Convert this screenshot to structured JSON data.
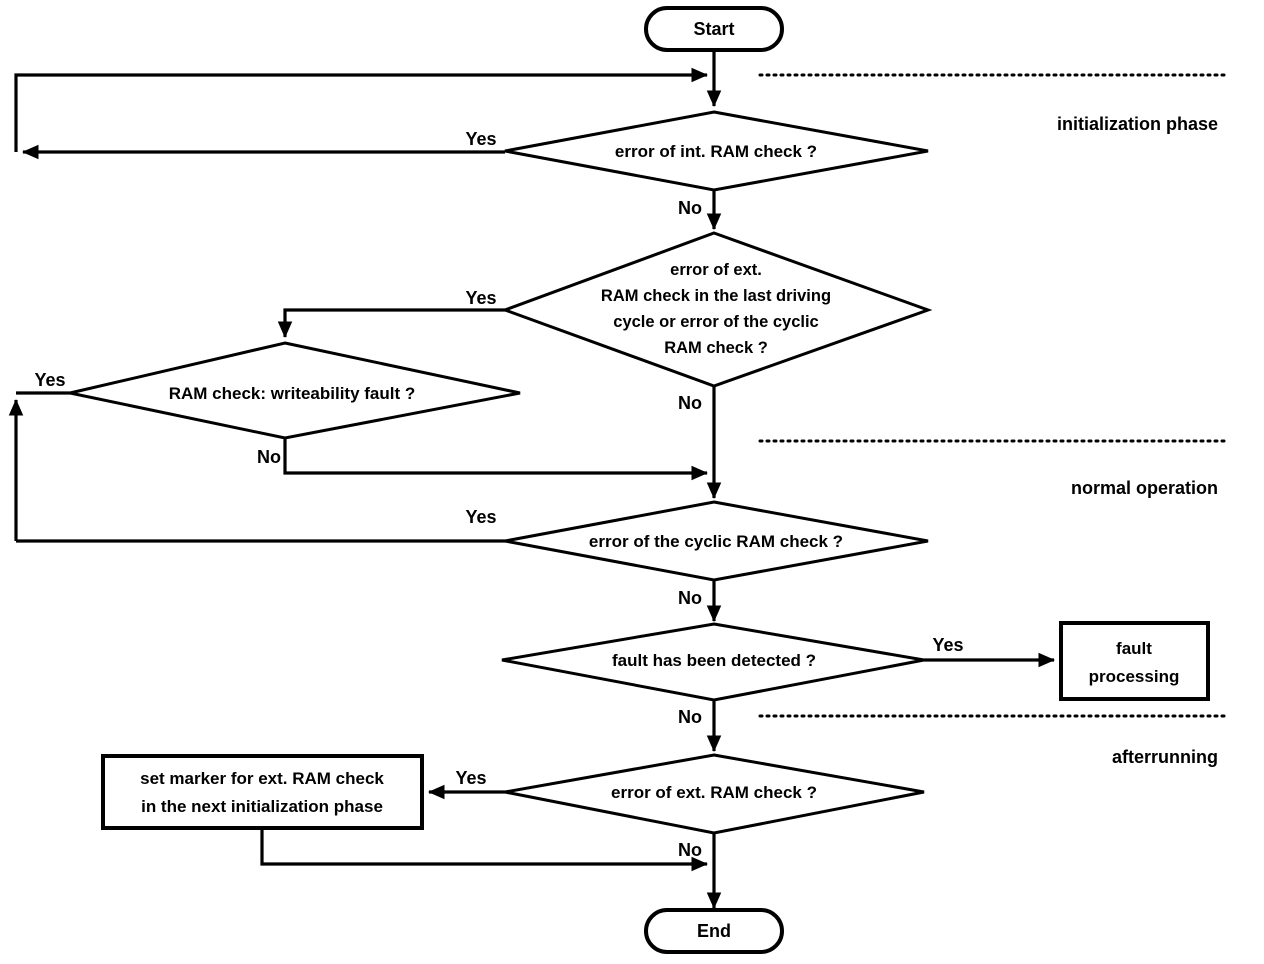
{
  "diagram": {
    "title": "RAM check flowchart",
    "colors": {
      "stroke": "#000000",
      "fill": "#ffffff",
      "background": "#ffffff"
    }
  },
  "nodes": {
    "start": {
      "label": "Start",
      "type": "terminal"
    },
    "end": {
      "label": "End",
      "type": "terminal"
    },
    "d_int_ram": {
      "label": "error of int. RAM check ?",
      "type": "decision"
    },
    "d_ext_ram_multi": {
      "type": "decision",
      "lines": [
        "error of ext.",
        "RAM check in the last driving",
        "cycle or error of the cyclic",
        "RAM check ?"
      ]
    },
    "d_writeability": {
      "label": "RAM check: writeability fault ?",
      "type": "decision"
    },
    "d_cyclic": {
      "label": "error of the cyclic RAM check ?",
      "type": "decision"
    },
    "d_fault_detected": {
      "label": "fault has been detected ?",
      "type": "decision"
    },
    "d_ext_ram": {
      "label": "error of ext. RAM check ?",
      "type": "decision"
    },
    "p_fault_processing": {
      "type": "process",
      "lines": [
        "fault",
        "processing"
      ]
    },
    "p_set_marker": {
      "type": "process",
      "lines": [
        "set marker for ext. RAM check",
        "in the next  initialization phase"
      ]
    }
  },
  "branch_labels": {
    "int_ram_yes": "Yes",
    "int_ram_no": "No",
    "ext_multi_yes": "Yes",
    "ext_multi_no": "No",
    "writeability_yes": "Yes",
    "writeability_no": "No",
    "cyclic_yes": "Yes",
    "cyclic_no": "No",
    "fault_yes": "Yes",
    "fault_no": "No",
    "ext_ram_yes": "Yes",
    "ext_ram_no": "No"
  },
  "phases": [
    {
      "name": "initialization-phase",
      "label": "initialization phase"
    },
    {
      "name": "normal-operation",
      "label": "normal operation"
    },
    {
      "name": "afterrunning",
      "label": "afterrunning"
    }
  ]
}
